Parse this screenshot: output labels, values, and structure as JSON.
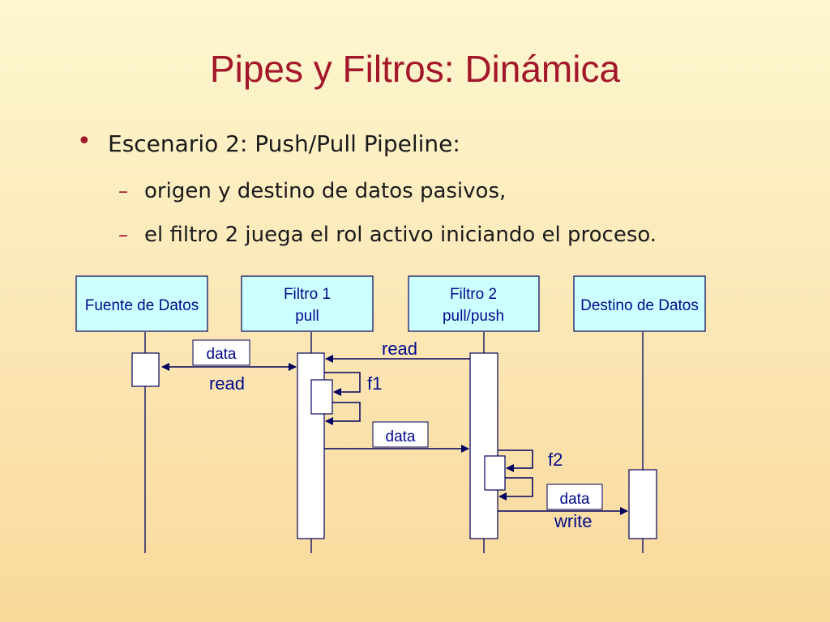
{
  "slide": {
    "title": "Pipes y Filtros: Dinámica",
    "bullet": "Escenario 2: Push/Pull Pipeline:",
    "sub_items": [
      "origen y destino de datos pasivos,",
      "el filtro 2 juega el rol activo iniciando el proceso."
    ]
  },
  "diagram": {
    "objects": [
      {
        "lines": [
          "Fuente de Datos"
        ]
      },
      {
        "lines": [
          "Filtro 1",
          "pull"
        ]
      },
      {
        "lines": [
          "Filtro 2",
          "pull/push"
        ]
      },
      {
        "lines": [
          "Destino de Datos"
        ]
      }
    ],
    "messages": {
      "data_1": "data",
      "read_1": "read",
      "read_2": "read",
      "f1": "f1",
      "data_2": "data",
      "f2": "f2",
      "data_3": "data",
      "write": "write"
    },
    "colors": {
      "object_fill": "#ccffff",
      "line": "#000060",
      "text": "#000a8c",
      "activation_fill": "#ffffff",
      "title": "#a3172a",
      "bullet": "#a3172a"
    }
  }
}
